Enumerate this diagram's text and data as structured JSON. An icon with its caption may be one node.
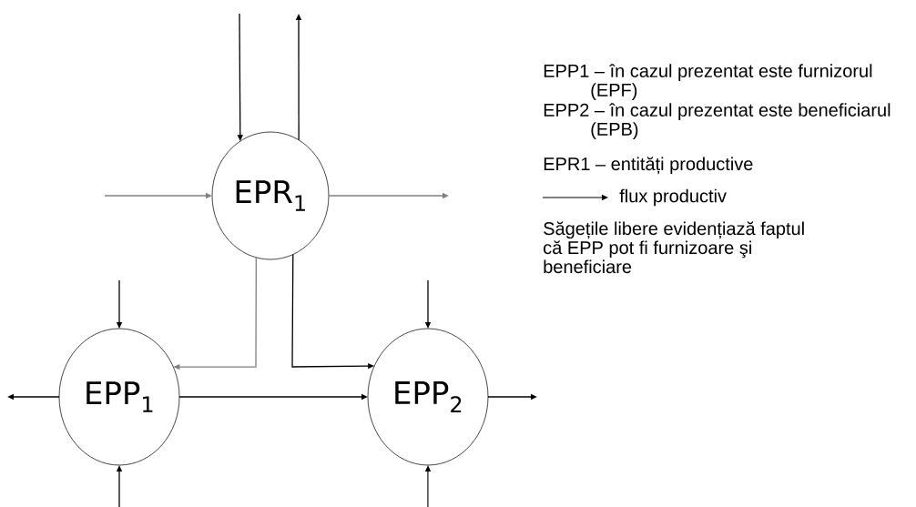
{
  "diagram": {
    "nodes": [
      {
        "text": [
          "EPR$_{1}$"
        ]
      },
      {
        "text": [
          "EPP$_{1}$"
        ]
      },
      {
        "text": [
          "EPP$_{2}$"
        ]
      }
    ],
    "edges": [
      {
        "from": null,
        "to": 0,
        "arrow": "to"
      },
      {
        "from": 0,
        "to": null,
        "arrow": "to"
      },
      {
        "from": null,
        "to": 0,
        "arrow": "to",
        "color": "#7f7f7f"
      },
      {
        "from": 0,
        "to": null,
        "arrow": "to",
        "color": "#7f7f7f"
      },
      {
        "from": 0,
        "to": 1,
        "arrow": "to",
        "color": "#7f7f7f"
      },
      {
        "from": 0,
        "to": 2,
        "arrow": "to"
      },
      {
        "from": 1,
        "to": 2,
        "arrow": "to"
      },
      {
        "from": null,
        "to": 1,
        "arrow": "to"
      },
      {
        "from": null,
        "to": 1,
        "arrow": "to"
      },
      {
        "from": 1,
        "to": null,
        "arrow": "to"
      },
      {
        "from": null,
        "to": 2,
        "arrow": "to"
      },
      {
        "from": null,
        "to": 2,
        "arrow": "to"
      },
      {
        "from": 2,
        "to": null,
        "arrow": "to"
      }
    ],
    "labels": [
      "EPP1 – în cazul prezentat este furnizorul (EPF)",
      "EPP2 – în cazul prezentat este beneficiarul (EPB)",
      "EPR1 – entități productive",
      "Săgețile libere evidențiază faptul că EPP pot fi furnizoare şi beneficiare"
    ],
    "legend": [
      {
        "text": "flux productiv"
      }
    ]
  }
}
